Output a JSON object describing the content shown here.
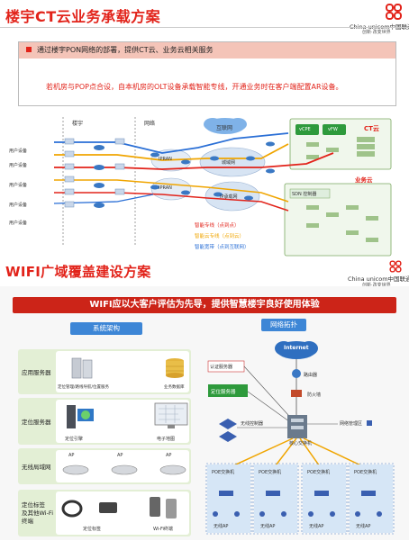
{
  "section1": {
    "title": "楼宇CT云业务承载方案",
    "summary": {
      "line1": "通过楼宇PON网络的部署，提供CT云、业务云相关服务",
      "line2": "若机房与POP点合设，自本机房的OLT设备承载智能专线，开通业务时在客户端配置AR设备。"
    },
    "diagram": {
      "col_building": "楼宇",
      "col_network": "网络",
      "internet": "互联网",
      "ipran": "IPRAN",
      "ipran2": "IPRAN",
      "backbone": "城域网",
      "ipbackbone": "IP承载网",
      "user_devices": [
        "用户设备",
        "用户设备",
        "用户设备",
        "用户设备",
        "用户设备"
      ],
      "ct_cloud": "CT云",
      "biz_cloud": "业务云",
      "vcpe": "vCPE",
      "vfw": "vFW",
      "sdn": "SDN 控制器",
      "legend": [
        {
          "label": "智能专线（点到点）",
          "color": "#e2231a"
        },
        {
          "label": "智能云专线（点到云）",
          "color": "#f0a500"
        },
        {
          "label": "智能宽带（点到互联网）",
          "color": "#2a6fd6"
        }
      ]
    }
  },
  "logo": {
    "name": "China unicom中国联通",
    "slogan": "创新·改变世界"
  },
  "section2": {
    "title": "WIFI广域覆盖建设方案",
    "banner": "WIFI应以大客户评估为先导，提供智慧楼宇良好使用体验",
    "left_tab": "系统架构",
    "right_tab": "网络拓扑",
    "rows": [
      {
        "head": "应用服务器",
        "items": [
          "定位管理/路线导航/位置服务",
          "业务数据库"
        ]
      },
      {
        "head": "定位服务器",
        "items": [
          "定位引擎",
          "电子地图"
        ]
      },
      {
        "head": "无线局域网",
        "items": [
          "AP",
          "AP",
          "AP"
        ]
      },
      {
        "head": "定位标签\n及其他Wi-Fi终端",
        "items": [
          "定位标签",
          "Wi-Fi终端"
        ]
      }
    ],
    "topology": {
      "internet": "Internet",
      "router": "路由器",
      "firewall": "防火墙",
      "auth_server": "认证服务器",
      "location_server": "定位服务器",
      "wireless_controller": "无线控制器",
      "core_switch": "核心交换机",
      "mgmt_zone": "网络管理区",
      "poe": [
        "POE交换机",
        "POE交换机",
        "POE交换机",
        "POE交换机"
      ],
      "ap_label": "无线AP"
    }
  }
}
